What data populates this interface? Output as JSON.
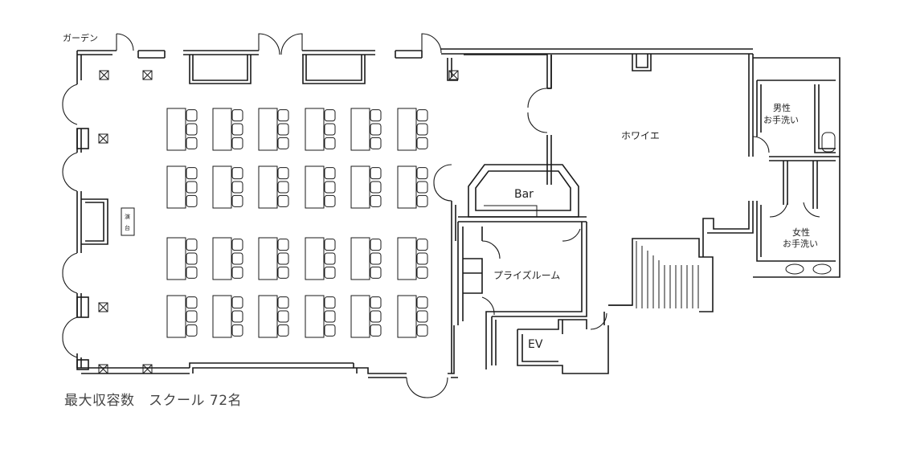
{
  "labels": {
    "garden": "ガーデン",
    "foyer": "ホワイエ",
    "bar": "Bar",
    "prize_room": "プライズルーム",
    "ev": "EV",
    "mens_line1": "男性",
    "mens_line2": "お手洗い",
    "womens_line1": "女性",
    "womens_line2": "お手洗い",
    "stage_line1": "演",
    "stage_line2": "台"
  },
  "caption": {
    "capacity_label": "最大収容数",
    "layout_label": "スクール 72名"
  },
  "seating": {
    "columns": 6,
    "rows": 4,
    "seats_per_table": 3,
    "total_seats": 72
  },
  "colors": {
    "line": "#1a1a1a",
    "text": "#222222",
    "caption_text": "#444444",
    "background": "#ffffff"
  }
}
